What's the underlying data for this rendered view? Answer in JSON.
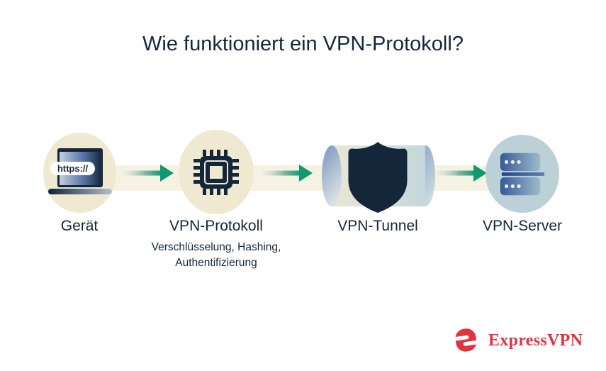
{
  "title": "Wie funktioniert ein VPN-Protokoll?",
  "steps": [
    {
      "label": "Gerät",
      "icon": "laptop-icon",
      "browser_text": "https://"
    },
    {
      "label": "VPN-Protokoll",
      "icon": "chip-icon",
      "sublabel_line1": "Verschlüsselung, Hashing,",
      "sublabel_line2": "Authentifizierung"
    },
    {
      "label": "VPN-Tunnel",
      "icon": "tunnel-shield-icon"
    },
    {
      "label": "VPN-Server",
      "icon": "server-icon"
    }
  ],
  "brand": {
    "name": "ExpressVPN",
    "color": "#e03440"
  },
  "colors": {
    "navy": "#14273a",
    "cream_circle": "#f0e9d2",
    "background_band": "#f6f2e3",
    "server_circle": "#bcd1d7",
    "arrow_teal": "#169a74",
    "background": "#ffffff"
  }
}
